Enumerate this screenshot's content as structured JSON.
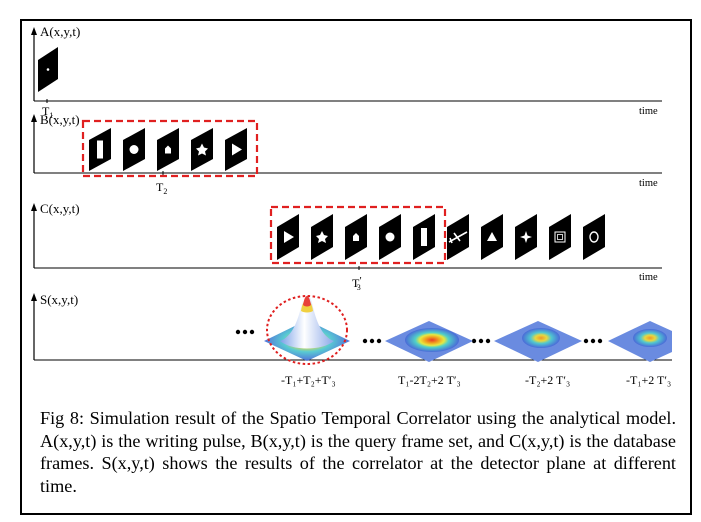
{
  "figure": {
    "panels": [
      {
        "label": "A(x,y,t)",
        "time_label": "time",
        "tick_label": "T",
        "tick_sub": "1"
      },
      {
        "label": "B(x,y,t)",
        "time_label": "time",
        "tick_label": "T",
        "tick_sub": "2"
      },
      {
        "label": "C(x,y,t)",
        "time_label": "time",
        "tick_label": "T",
        "tick_sub": "3",
        "tick_prime": "′"
      },
      {
        "label": "S(x,y,t)"
      }
    ],
    "frames": {
      "A": [
        "dot"
      ],
      "B": [
        "bar",
        "circle",
        "house",
        "star",
        "play"
      ],
      "C": [
        "play",
        "star",
        "house",
        "circle",
        "bar",
        "plane",
        "triangle",
        "sparkle",
        "square-ring",
        "ring"
      ]
    },
    "s_labels": [
      "-T₁+T₂+T′₃",
      "T₁-2T₂+2 T′₃",
      "-T₂+2 T′₃",
      "-T₁+2 T′₃"
    ],
    "colors": {
      "highlight": "#e02020",
      "frame": "#000000"
    }
  },
  "caption": "Fig 8: Simulation result of the Spatio Temporal Correlator using the analytical model. A(x,y,t) is the writing pulse, B(x,y,t) is the query frame set, and C(x,y,t) is the database frames. S(x,y,t) shows the results of the correlator at the detector plane at different time."
}
